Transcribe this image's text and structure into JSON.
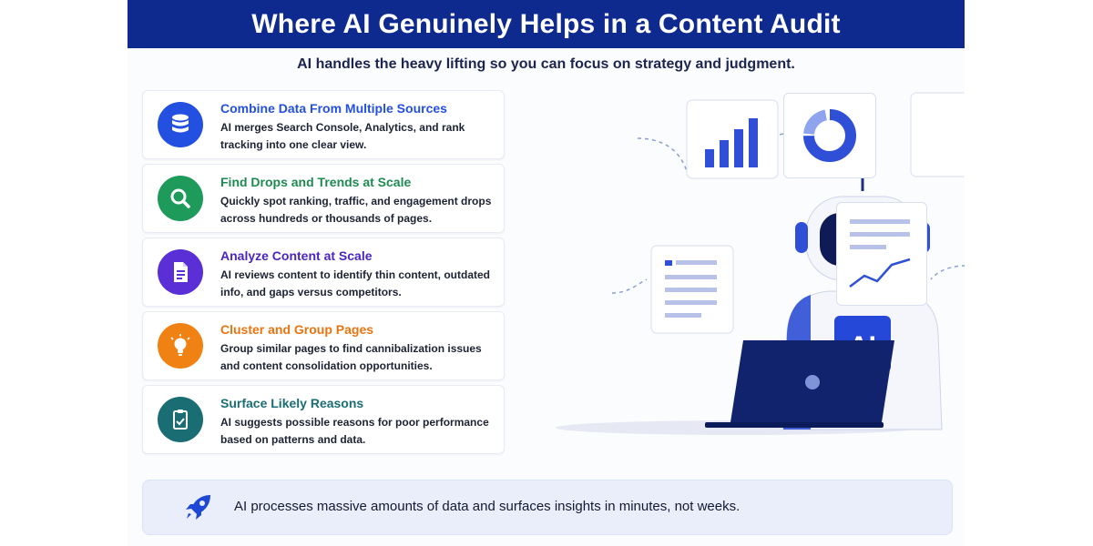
{
  "header": {
    "title": "Where AI Genuinely Helps in a Content Audit",
    "subtitle": "AI handles the heavy lifting so you can focus on strategy and judgment."
  },
  "colors": {
    "banner_bg": "#0e2a8e",
    "blue": "#2350e0",
    "green": "#1e9a5b",
    "purple": "#5a2fd6",
    "orange": "#f08214",
    "teal": "#1b6d74"
  },
  "cards": [
    {
      "icon": "database-icon",
      "title": "Combine Data From Multiple Sources",
      "description": "AI merges Search Console, Analytics, and rank tracking into one clear view."
    },
    {
      "icon": "search-icon",
      "title": "Find Drops and Trends at Scale",
      "description": "Quickly spot ranking, traffic, and engagement drops across hundreds or thousands of pages."
    },
    {
      "icon": "document-icon",
      "title": "Analyze Content at Scale",
      "description": "AI reviews content to identify thin content, outdated info, and gaps versus competitors."
    },
    {
      "icon": "lightbulb-icon",
      "title": "Cluster and Group Pages",
      "description": "Group similar pages to find cannibalization issues and content consolidation opportunities."
    },
    {
      "icon": "checklist-icon",
      "title": "Surface Likely Reasons",
      "description": "AI suggests possible reasons for poor performance based on patterns and data."
    }
  ],
  "illustration": {
    "robot_chest_label": "AI",
    "icons": [
      "bar-chart-icon",
      "donut-chart-icon",
      "line-chart-icon",
      "text-document-icon",
      "robot-icon",
      "laptop-icon"
    ]
  },
  "footer": {
    "icon": "rocket-icon",
    "text": "AI processes massive amounts of data and surfaces insights in minutes, not weeks."
  }
}
